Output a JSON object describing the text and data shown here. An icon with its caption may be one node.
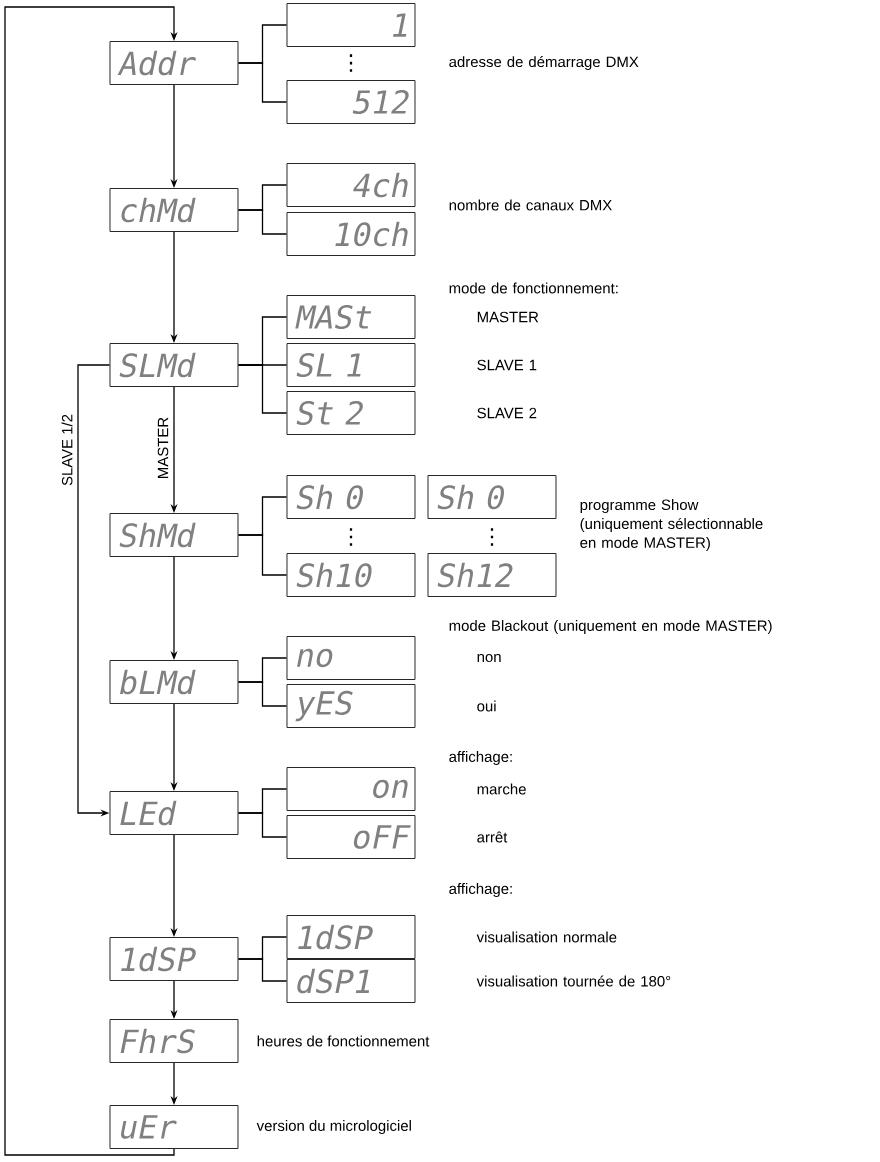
{
  "diagram": {
    "nodes": [
      {
        "text": [
          "Addr"
        ]
      },
      {
        "text": [
          "1"
        ]
      },
      {
        "text": [
          "512"
        ]
      },
      {
        "text": [
          "chMd"
        ]
      },
      {
        "text": [
          "4ch"
        ]
      },
      {
        "text": [
          "10ch"
        ]
      },
      {
        "text": [
          "SLMd"
        ]
      },
      {
        "text": [
          "MASt"
        ]
      },
      {
        "text": [
          "SL 1"
        ]
      },
      {
        "text": [
          "St 2"
        ]
      },
      {
        "text": [
          "ShMd"
        ]
      },
      {
        "text": [
          "Sh 0"
        ]
      },
      {
        "text": [
          "Sh 0"
        ]
      },
      {
        "text": [
          "Sh10"
        ]
      },
      {
        "text": [
          "Sh12"
        ]
      },
      {
        "text": [
          "bLMd"
        ]
      },
      {
        "text": [
          "no"
        ]
      },
      {
        "text": [
          "yES"
        ]
      },
      {
        "text": [
          "LEd"
        ]
      },
      {
        "text": [
          "on"
        ]
      },
      {
        "text": [
          "oFF"
        ]
      },
      {
        "text": [
          "1dSP"
        ]
      },
      {
        "text": [
          "1dSP"
        ]
      },
      {
        "text": [
          "dSP1"
        ]
      },
      {
        "text": [
          "FhrS"
        ],
        "beside": [
          "heures de fonctionnement"
        ]
      },
      {
        "text": [
          "uEr"
        ],
        "beside": [
          "version du micrologiciel"
        ]
      }
    ],
    "edges": [
      {
        "from": 0,
        "to": 3,
        "arrow": "to"
      },
      {
        "from": 3,
        "to": 6,
        "arrow": "to"
      },
      {
        "from": 6,
        "to": 10,
        "arrow": "to",
        "label": "MASTER"
      },
      {
        "from": 10,
        "to": 15,
        "arrow": "to"
      },
      {
        "from": 15,
        "to": 18,
        "arrow": "to"
      },
      {
        "from": 18,
        "to": 21,
        "arrow": "to"
      },
      {
        "from": 21,
        "to": 24,
        "arrow": "to"
      },
      {
        "from": 24,
        "to": 25,
        "arrow": "to"
      },
      {
        "from": 25,
        "to": 0,
        "arrow": "to"
      },
      {
        "from": 6,
        "to": 18,
        "arrow": "to",
        "label": "SLAVE 1/2"
      },
      {
        "from": 0,
        "to": 1,
        "arrow": "none"
      },
      {
        "from": 0,
        "to": 2,
        "arrow": "none"
      },
      {
        "from": 3,
        "to": 4,
        "arrow": "none"
      },
      {
        "from": 3,
        "to": 5,
        "arrow": "none"
      },
      {
        "from": 6,
        "to": 7,
        "arrow": "none"
      },
      {
        "from": 6,
        "to": 8,
        "arrow": "none"
      },
      {
        "from": 6,
        "to": 9,
        "arrow": "none"
      },
      {
        "from": 10,
        "to": 11,
        "arrow": "none"
      },
      {
        "from": 10,
        "to": 13,
        "arrow": "none"
      },
      {
        "from": 15,
        "to": 16,
        "arrow": "none"
      },
      {
        "from": 15,
        "to": 17,
        "arrow": "none"
      },
      {
        "from": 18,
        "to": 19,
        "arrow": "none"
      },
      {
        "from": 18,
        "to": 20,
        "arrow": "none"
      },
      {
        "from": 21,
        "to": 22,
        "arrow": "none"
      },
      {
        "from": 21,
        "to": 23,
        "arrow": "none"
      }
    ],
    "labels": [
      "adresse de démarrage DMX",
      "⋮",
      "nombre de canaux DMX",
      "mode de fonctionnement:",
      "MASTER",
      "SLAVE 1",
      "SLAVE 2",
      "programme Show (uniquement sélectionnable en mode MASTER)",
      "⋮",
      "⋮",
      "mode Blackout (uniquement en mode MASTER)",
      "non",
      "oui",
      "affichage:",
      "marche",
      "arrêt",
      "affichage:",
      "visualisation normale",
      "visualisation tournée de 180°"
    ]
  }
}
